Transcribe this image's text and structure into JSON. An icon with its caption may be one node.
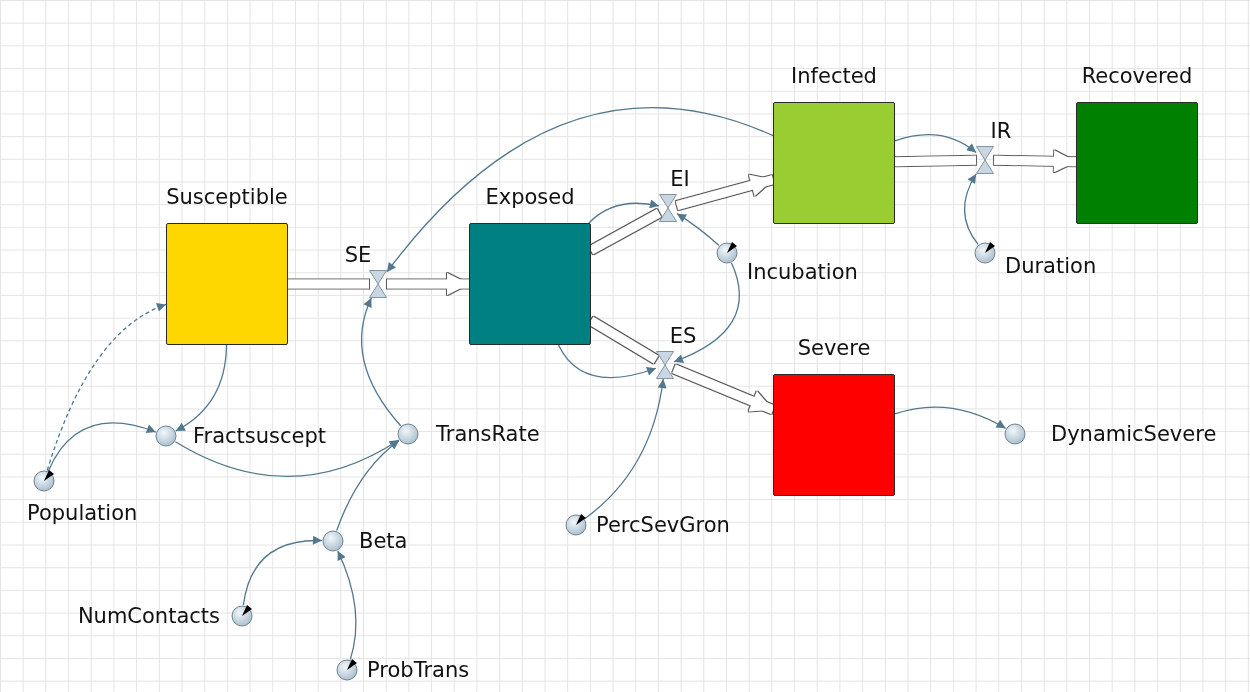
{
  "diagram": {
    "nodes": [
      {
        "text": [
          "Infected"
        ]
      },
      {
        "text": [
          "Recovered"
        ]
      },
      {
        "text": [
          "IR"
        ]
      },
      {
        "text": [
          "Susceptible"
        ]
      },
      {
        "text": [
          "Exposed"
        ]
      },
      {
        "text": [
          "EI"
        ]
      },
      {
        "text": [
          "SE"
        ]
      },
      {
        "text": [
          "Incubation"
        ]
      },
      {
        "text": [
          "Duration"
        ]
      },
      {
        "text": [
          "ES"
        ]
      },
      {
        "text": [
          "Severe"
        ]
      },
      {
        "text": [
          "Fractsuscept"
        ]
      },
      {
        "text": [
          "TransRate"
        ]
      },
      {
        "text": [
          "DynamicSevere"
        ]
      },
      {
        "text": [
          "Population"
        ]
      },
      {
        "text": [
          "Beta"
        ]
      },
      {
        "text": [
          "PercSevGron"
        ]
      },
      {
        "text": [
          "NumContacts"
        ]
      },
      {
        "text": [
          "ProbTrans"
        ]
      }
    ],
    "edges": [
      {
        "from": 3,
        "to": 6,
        "arrow": "none",
        "style": "thick",
        "color": "#ffffff"
      },
      {
        "from": 6,
        "to": 4,
        "arrow": "to",
        "style": "thick",
        "color": "#ffffff"
      },
      {
        "from": 4,
        "to": 5,
        "arrow": "none",
        "style": "thick",
        "color": "#ffffff"
      },
      {
        "from": 5,
        "to": 0,
        "arrow": "to",
        "style": "thick",
        "color": "#ffffff"
      },
      {
        "from": 4,
        "to": 9,
        "arrow": "none",
        "style": "thick",
        "color": "#ffffff"
      },
      {
        "from": 9,
        "to": 10,
        "arrow": "to",
        "style": "thick",
        "color": "#ffffff"
      },
      {
        "from": 0,
        "to": 2,
        "arrow": "none",
        "style": "thick",
        "color": "#ffffff"
      },
      {
        "from": 2,
        "to": 1,
        "arrow": "to",
        "style": "thick",
        "color": "#ffffff"
      },
      {
        "from": 14,
        "to": 3,
        "arrow": "to",
        "style": "dashed"
      },
      {
        "from": 14,
        "to": 11,
        "arrow": "to"
      },
      {
        "from": 3,
        "to": 11,
        "arrow": "to"
      },
      {
        "from": 11,
        "to": 12,
        "arrow": "to"
      },
      {
        "from": 15,
        "to": 12,
        "arrow": "to"
      },
      {
        "from": 12,
        "to": 6,
        "arrow": "to"
      },
      {
        "from": 0,
        "to": 6,
        "arrow": "to"
      },
      {
        "from": 17,
        "to": 15,
        "arrow": "to"
      },
      {
        "from": 18,
        "to": 15,
        "arrow": "to"
      },
      {
        "from": 4,
        "to": 5,
        "arrow": "to"
      },
      {
        "from": 4,
        "to": 9,
        "arrow": "to"
      },
      {
        "from": 7,
        "to": 5,
        "arrow": "to"
      },
      {
        "from": 7,
        "to": 9,
        "arrow": "to"
      },
      {
        "from": 16,
        "to": 9,
        "arrow": "to"
      },
      {
        "from": 0,
        "to": 2,
        "arrow": "to"
      },
      {
        "from": 8,
        "to": 2,
        "arrow": "to"
      },
      {
        "from": 10,
        "to": 13,
        "arrow": "to"
      }
    ]
  }
}
